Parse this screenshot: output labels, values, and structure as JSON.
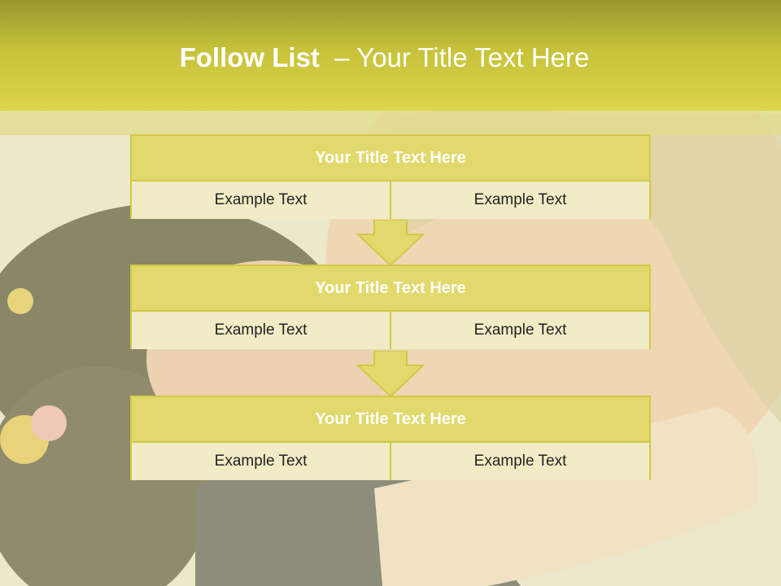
{
  "slide": {
    "title_bold": "Follow List",
    "title_rest": "– Your Title Text Here"
  },
  "colors": {
    "header_top": "#9a972f",
    "header_bottom": "#dcd54a",
    "block_head": "#e2d96c",
    "block_cell": "#f1ecc6",
    "border": "#d3c845"
  },
  "steps": [
    {
      "title": "Your Title Text Here",
      "left": "Example Text",
      "right": "Example Text"
    },
    {
      "title": "Your Title Text Here",
      "left": "Example Text",
      "right": "Example Text"
    },
    {
      "title": "Your Title Text Here",
      "left": "Example Text",
      "right": "Example Text"
    }
  ],
  "background": {
    "icon": "photo-mother-child"
  }
}
